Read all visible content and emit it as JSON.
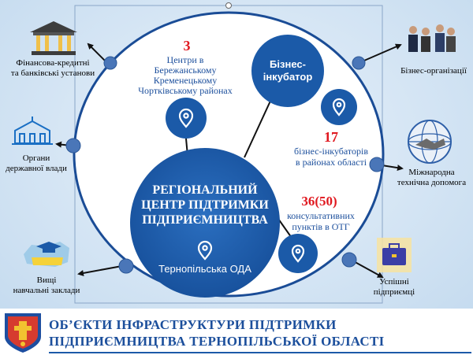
{
  "center": {
    "title_l1": "РЕГІОНАЛЬНИЙ",
    "title_l2": "ЦЕНТР ПІДТРИМКИ",
    "title_l3": "ПІДПРИЄМНИЦТВА",
    "subtitle": "Тернопільська ОДА"
  },
  "incubator": {
    "l1": "Бізнес-",
    "l2": "інкубатор"
  },
  "centers": {
    "count": "3",
    "l1": "Центри в",
    "l2": "Бережанському",
    "l3": "Кременецькому",
    "l4": "Чортківському районах"
  },
  "incubators": {
    "count": "17",
    "l1": "бізнес-інкубаторів",
    "l2": "в районах області"
  },
  "consult": {
    "count": "36(50)",
    "l1": "консультативних",
    "l2": "пунктів в ОТГ"
  },
  "outer": {
    "finance": {
      "l1": "Фінансова-кредитні",
      "l2": "та банківські установи"
    },
    "government": {
      "l1": "Органи",
      "l2": "державної влади"
    },
    "education": {
      "l1": "Вищі",
      "l2": "навчальні заклади"
    },
    "business": {
      "l1": "Бізнес-організації"
    },
    "international": {
      "l1": "Міжнародна",
      "l2": "технічна допомога"
    },
    "successful": {
      "l1": "Успішні",
      "l2": "підприємці"
    }
  },
  "footer": {
    "line1": "ОБ’ЄКТИ ІНФРАСТРУКТУРИ ПІДТРИМКИ",
    "line2": "ПІДПРИЄМНИЦТВА ТЕРНОПІЛЬСЬКОЇ ОБЛАСТІ"
  },
  "colors": {
    "primary": "#1c5aa8",
    "dot": "#4a76b8",
    "accent": "#e0181f"
  },
  "icons": [
    "bank-icon",
    "government-building-icon",
    "graduation-cap-icon",
    "business-people-icon",
    "handshake-globe-icon",
    "briefcase-icon",
    "location-pin-icon",
    "coat-of-arms-icon"
  ]
}
